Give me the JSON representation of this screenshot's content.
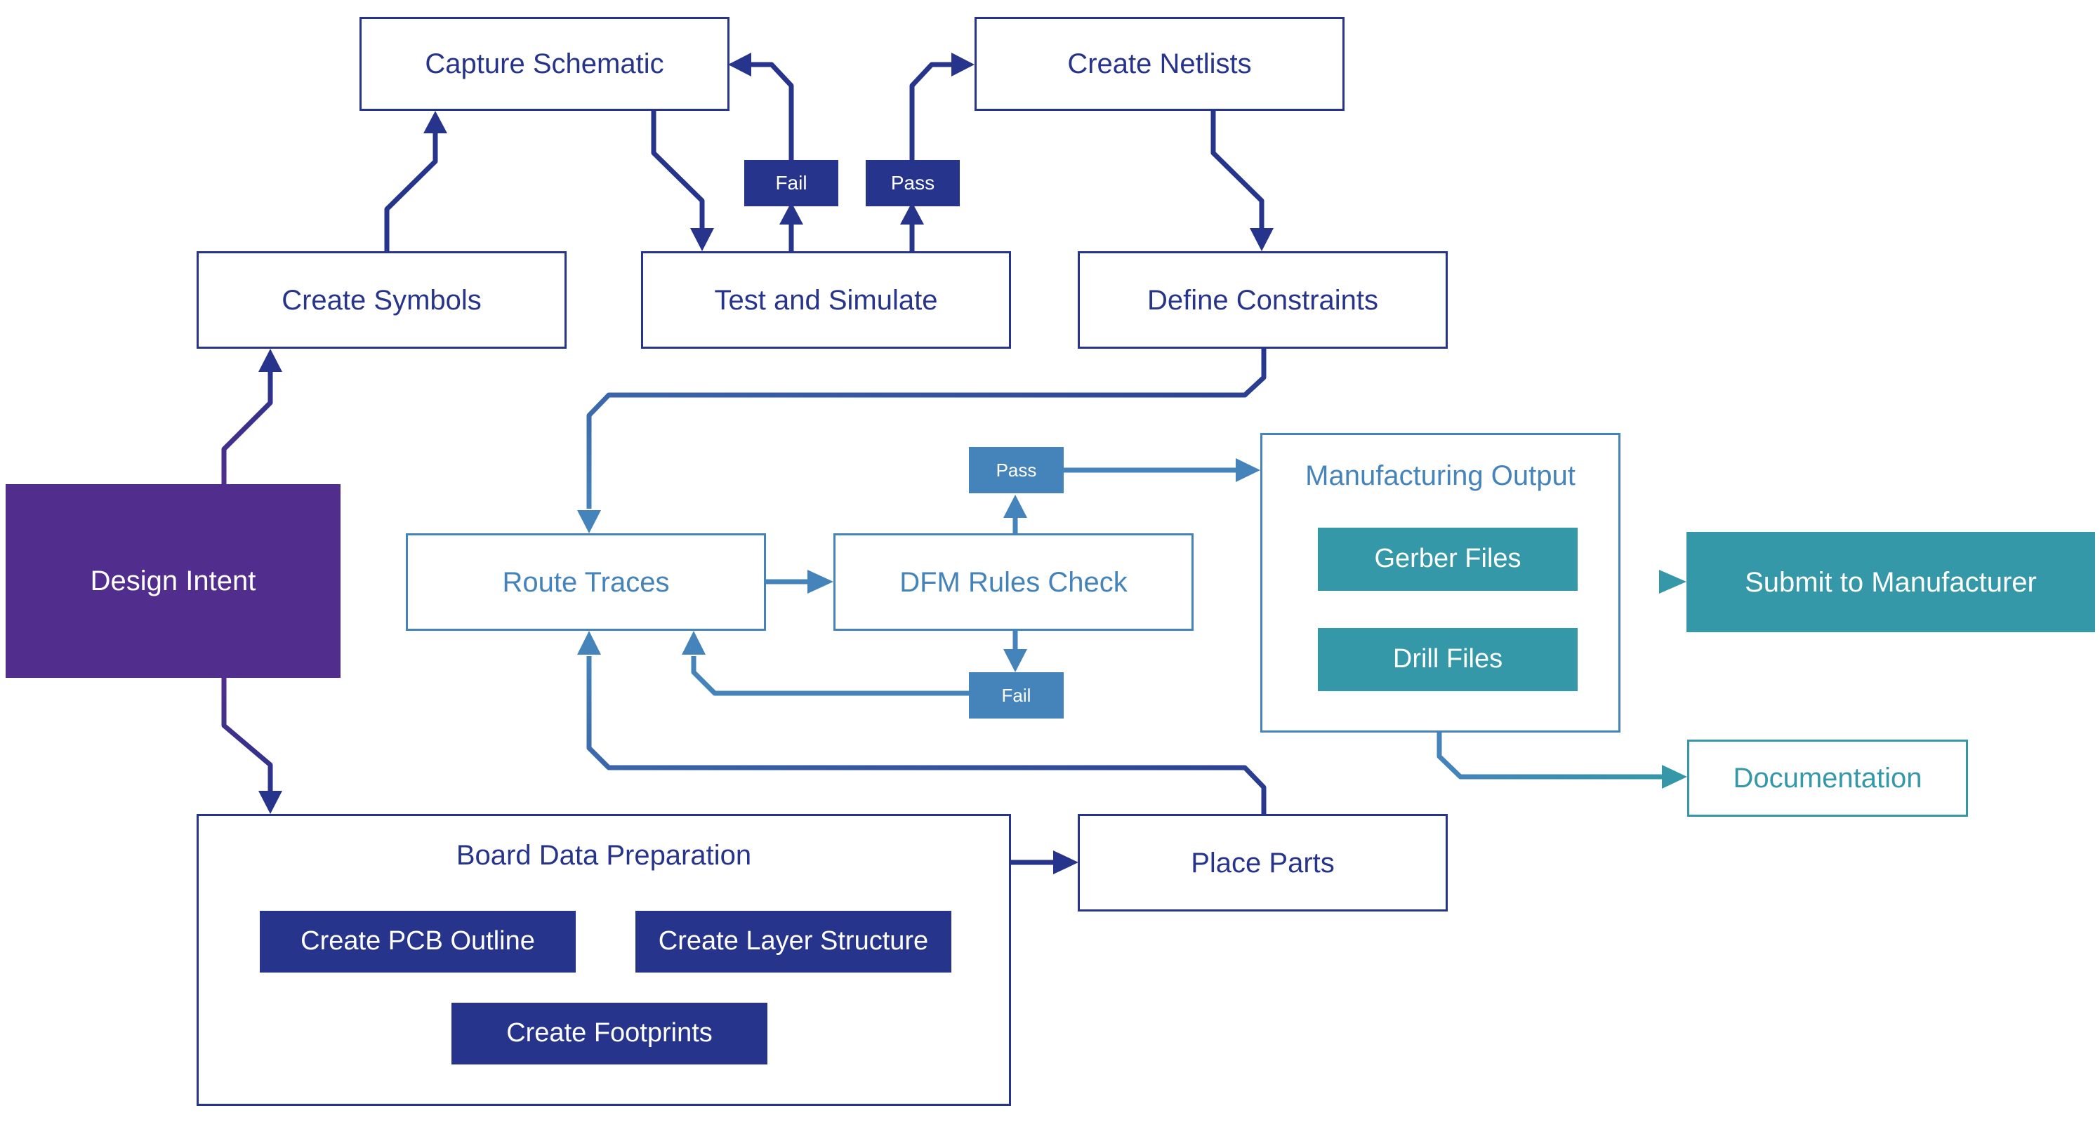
{
  "colors": {
    "navy": "#27348b",
    "purple": "#512d8d",
    "steel_blue": "#4583bb",
    "teal": "#3498a8",
    "background": "#ffffff"
  },
  "nodes": {
    "design_intent": "Design Intent",
    "create_symbols": "Create Symbols",
    "capture_schematic": "Capture Schematic",
    "test_and_simulate": "Test and Simulate",
    "create_netlists": "Create Netlists",
    "define_constraints": "Define Constraints",
    "schematic_fail": "Fail",
    "schematic_pass": "Pass",
    "route_traces": "Route Traces",
    "dfm_rules_check": "DFM Rules Check",
    "dfm_pass": "Pass",
    "dfm_fail": "Fail",
    "manufacturing_output": "Manufacturing Output",
    "gerber_files": "Gerber Files",
    "drill_files": "Drill Files",
    "submit_to_manufacturer": "Submit to Manufacturer",
    "documentation": "Documentation",
    "board_data_preparation": "Board Data Preparation",
    "create_pcb_outline": "Create PCB Outline",
    "create_layer_structure": "Create Layer Structure",
    "create_footprints": "Create Footprints",
    "place_parts": "Place Parts"
  }
}
